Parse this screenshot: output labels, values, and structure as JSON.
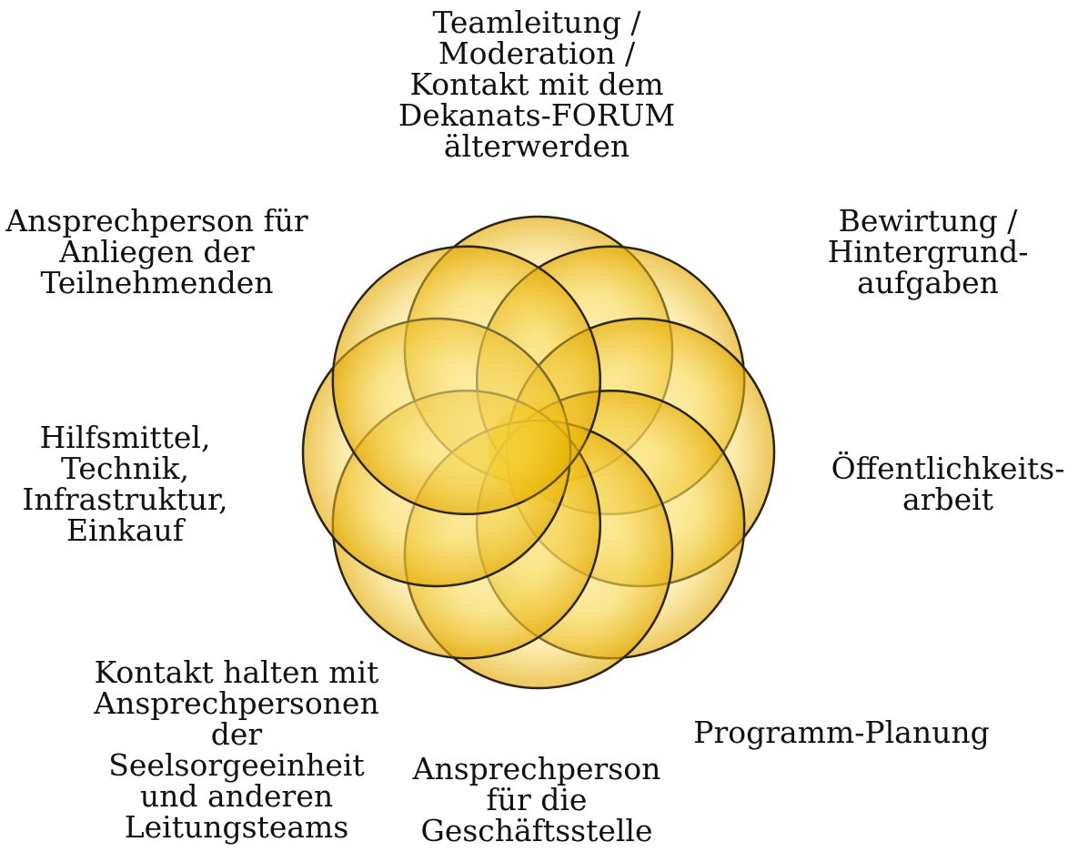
{
  "diagram": {
    "circle_count": 8,
    "fill_color": "#f5c400",
    "stroke_color": "#2b2418",
    "labels": {
      "top": "Teamleitung /\nModeration /\nKontakt mit dem\nDekanats-FORUM\nälterwerden",
      "top_left": "Ansprechperson für\nAnliegen der\nTeilnehmenden",
      "top_right": "Bewirtung /\nHintergrund-\naufgaben",
      "right": "Öffentlichkeits-\narbeit",
      "left": "Hilfsmittel,\nTechnik,\nInfrastruktur,\nEinkauf",
      "bottom_right": "Programm-Planung",
      "bottom": "Ansprechperson\nfür die\nGeschäftsstelle",
      "bottom_left": "Kontakt halten mit\nAnsprechpersonen\nder Seelsorgeeinheit\nund anderen\nLeitungsteams"
    }
  }
}
